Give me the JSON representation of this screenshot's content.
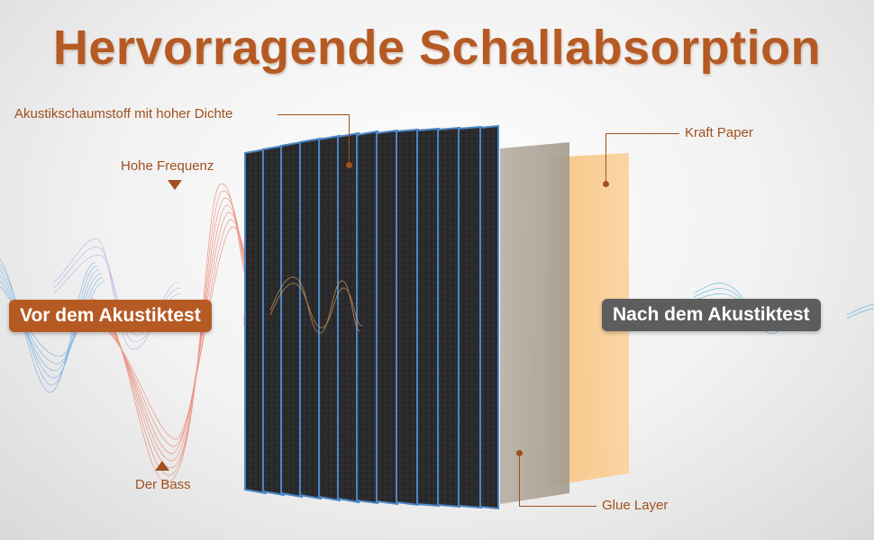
{
  "title": "Hervorragende Schallabsorption",
  "labels": {
    "foam": "Akustikschaumstoff mit hoher Dichte",
    "high_freq": "Hohe Frequenz",
    "bass": "Der Bass",
    "kraft": "Kraft Paper",
    "glue": "Glue Layer"
  },
  "badges": {
    "before": "Vor dem Akustiktest",
    "after": "Nach dem Akustiktest"
  },
  "colors": {
    "accent": "#b65a24",
    "after_badge": "#5d5d5d",
    "kraft_paper": "#f9c98a",
    "glue_layer": "#b3aa9c"
  }
}
